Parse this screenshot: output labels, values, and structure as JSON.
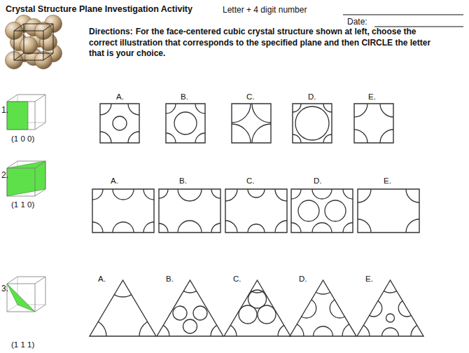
{
  "diagram": {
    "title": "Crystal Structure Plane Investigation Activity",
    "labels": [
      "Letter + 4 digit number",
      "Date:",
      "Directions:",
      "For the face-centered cubic crystal structure shown at left, choose the correct illustration that corresponds to the specified plane and then CIRCLE the letter that is your choice.",
      "1.",
      "(1 0 0)",
      "A.",
      "B.",
      "C.",
      "D.",
      "E.",
      "2.",
      "(1 1 0)",
      "A.",
      "B.",
      "C.",
      "D.",
      "E.",
      "3.",
      "(1 1 1)",
      "A.",
      "B.",
      "C.",
      "D.",
      "E."
    ]
  }
}
